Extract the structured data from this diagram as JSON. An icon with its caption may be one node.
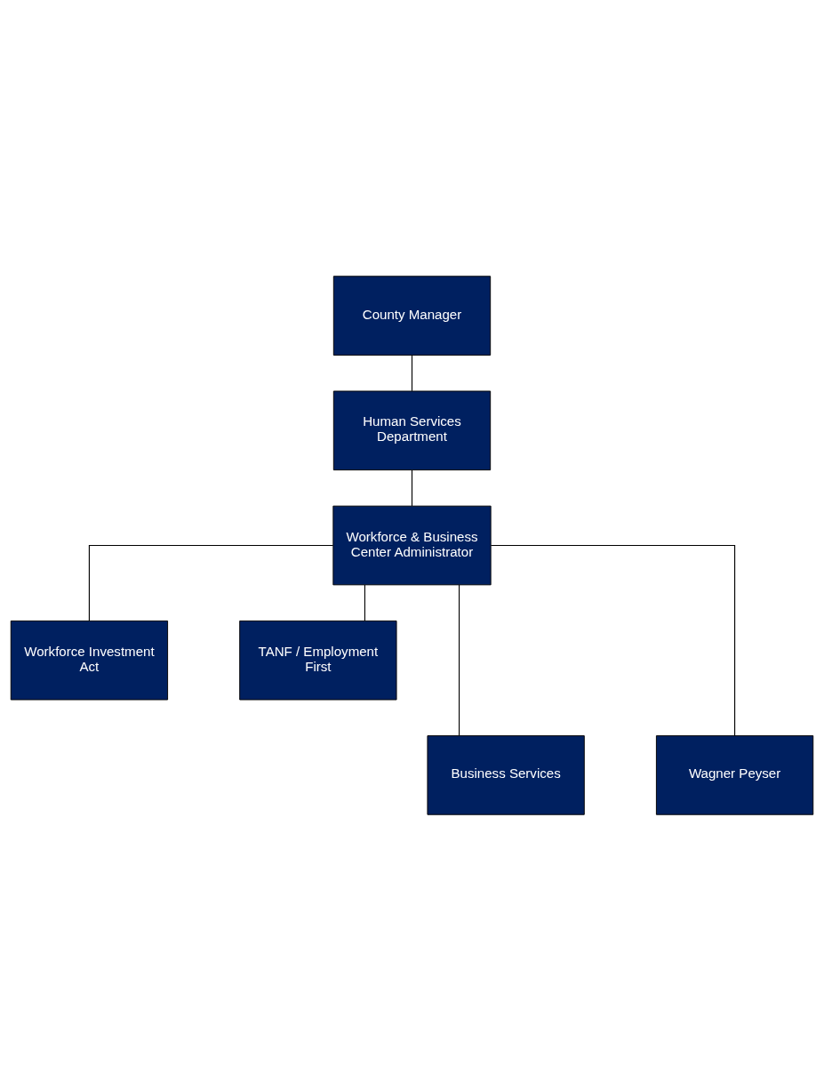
{
  "diagram": {
    "nodes": [
      {
        "text": [
          "County Manager"
        ]
      },
      {
        "text": [
          "Human Services Department"
        ]
      },
      {
        "text": [
          "Workforce & Business Center Administrator"
        ]
      },
      {
        "text": [
          "Workforce Investment Act"
        ]
      },
      {
        "text": [
          "TANF / Employment First"
        ]
      },
      {
        "text": [
          "Business Services"
        ]
      },
      {
        "text": [
          "Wagner Peyser"
        ]
      }
    ],
    "edges": [
      {
        "from": 0,
        "to": 1,
        "arrow": "none"
      },
      {
        "from": 1,
        "to": 2,
        "arrow": "none"
      },
      {
        "from": 2,
        "to": 3,
        "arrow": "none"
      },
      {
        "from": 2,
        "to": 4,
        "arrow": "none"
      },
      {
        "from": 2,
        "to": 5,
        "arrow": "none"
      },
      {
        "from": 2,
        "to": 6,
        "arrow": "none"
      }
    ]
  }
}
